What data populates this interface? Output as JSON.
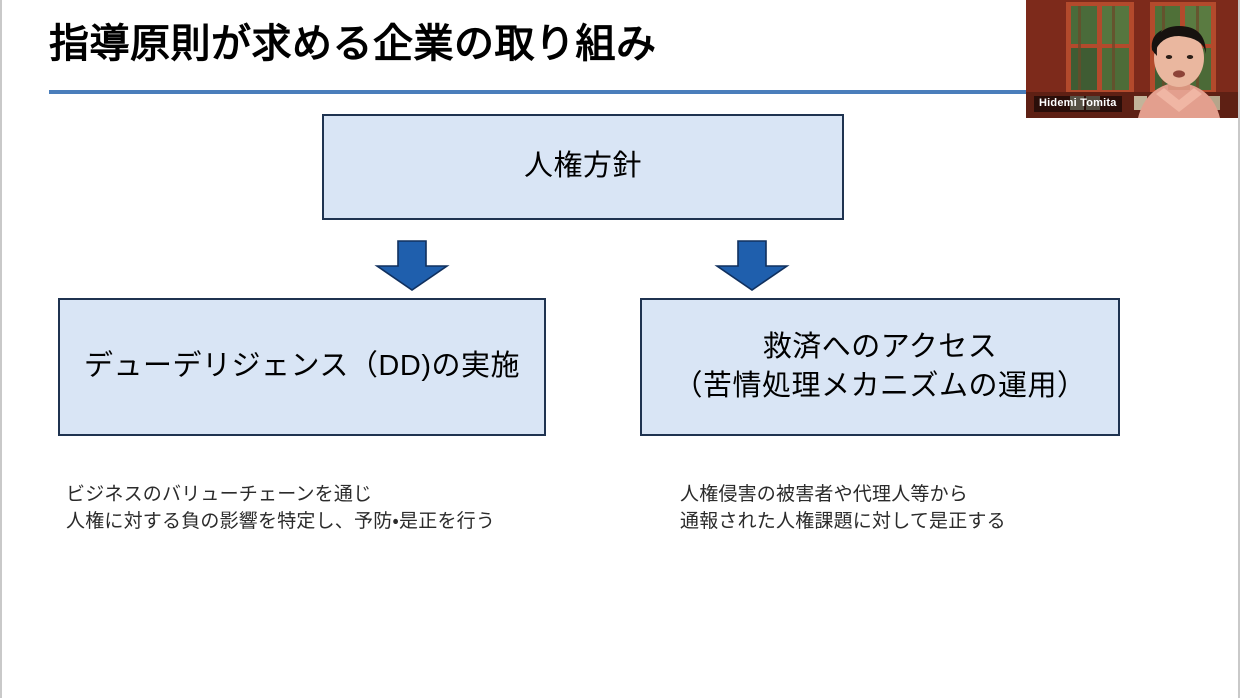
{
  "slide": {
    "title": "指導原則が求める企業の取り組み",
    "accent_color": "#4a7ebb",
    "box_fill_color": "#d9e5f5",
    "box_border_color": "#1f3350",
    "arrow_color": "#1f5fad",
    "background_color": "#ffffff"
  },
  "diagram": {
    "top_box": {
      "label": "人権方針"
    },
    "arrows": [
      {
        "name": "arrow-to-due-diligence",
        "direction": "down"
      },
      {
        "name": "arrow-to-remedy",
        "direction": "down"
      }
    ],
    "bottom_boxes": [
      {
        "label": "デューデリジェンス（DD)の実施"
      },
      {
        "label": "救済へのアクセス\n（苦情処理メカニズムの運用）"
      }
    ],
    "captions": [
      {
        "text": "ビジネスのバリューチェーンを通じ\n人権に対する負の影響を特定し、予防・是正を行う"
      },
      {
        "text": "人権侵害の被害者や代理人等から\n通報された人権課題に対して是正する"
      }
    ]
  },
  "webcam": {
    "participant_name": "Hidemi Tomita"
  }
}
